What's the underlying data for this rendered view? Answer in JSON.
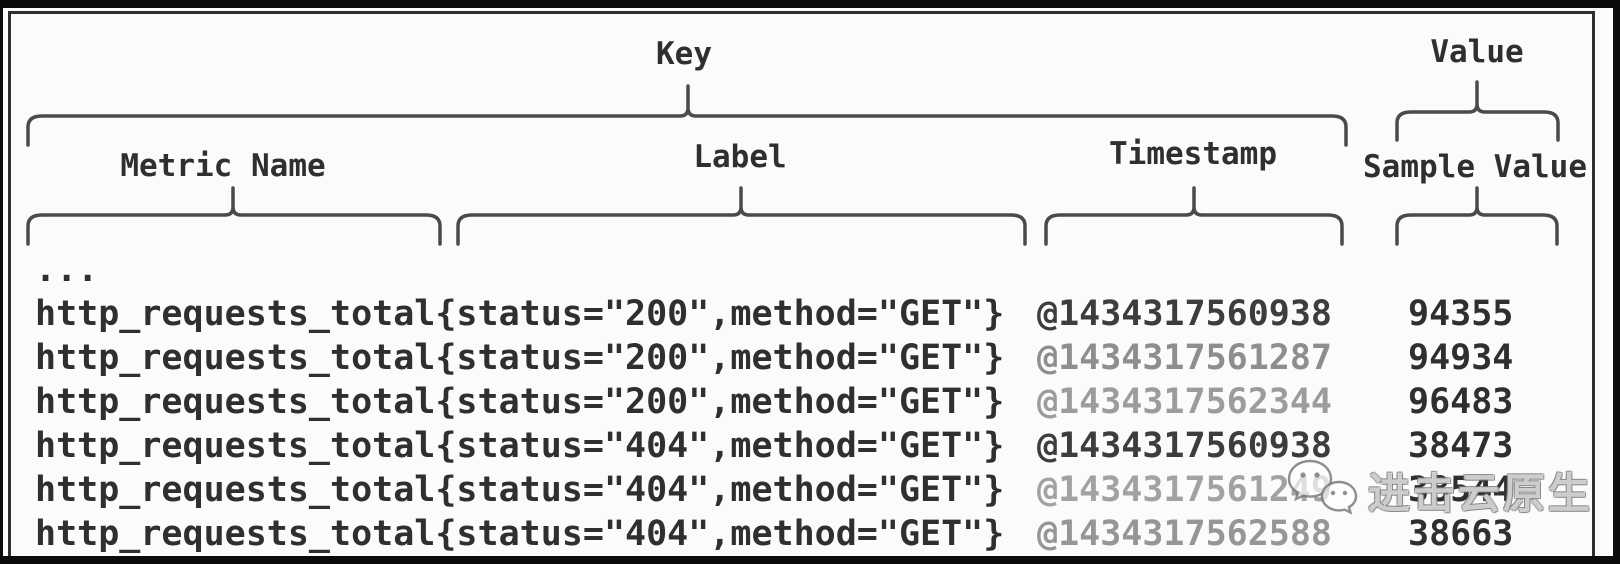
{
  "annotations": {
    "key": "Key",
    "value": "Value",
    "columns": {
      "metric_name": "Metric Name",
      "label": "Label",
      "timestamp": "Timestamp",
      "sample_value": "Sample Value"
    }
  },
  "table": {
    "ellipsis": "...",
    "rows": [
      {
        "key": "http_requests_total{status=\"200\",method=\"GET\"}",
        "timestamp": "@1434317560938",
        "value": "94355",
        "ts_color": "#3d3d3d"
      },
      {
        "key": "http_requests_total{status=\"200\",method=\"GET\"}",
        "timestamp": "@1434317561287",
        "value": "94934",
        "ts_color": "#8e8e8e"
      },
      {
        "key": "http_requests_total{status=\"200\",method=\"GET\"}",
        "timestamp": "@1434317562344",
        "value": "96483",
        "ts_color": "#9c9c9c"
      },
      {
        "key": "http_requests_total{status=\"404\",method=\"GET\"}",
        "timestamp": "@1434317560938",
        "value": "38473",
        "ts_color": "#3d3d3d"
      },
      {
        "key": "http_requests_total{status=\"404\",method=\"GET\"}",
        "timestamp": "@1434317561249",
        "value": "38544",
        "ts_color": "#a2a2a2"
      },
      {
        "key": "http_requests_total{status=\"404\",method=\"GET\"}",
        "timestamp": "@1434317562588",
        "value": "38663",
        "ts_color": "#969696"
      }
    ]
  },
  "watermark": {
    "icon": "wechat-icon",
    "text": "进击云原生"
  },
  "colors": {
    "background": "#fbfbfb",
    "frame": "#2e2e2e",
    "brace": "#4a4a4a",
    "text": "#2f2f2f"
  }
}
